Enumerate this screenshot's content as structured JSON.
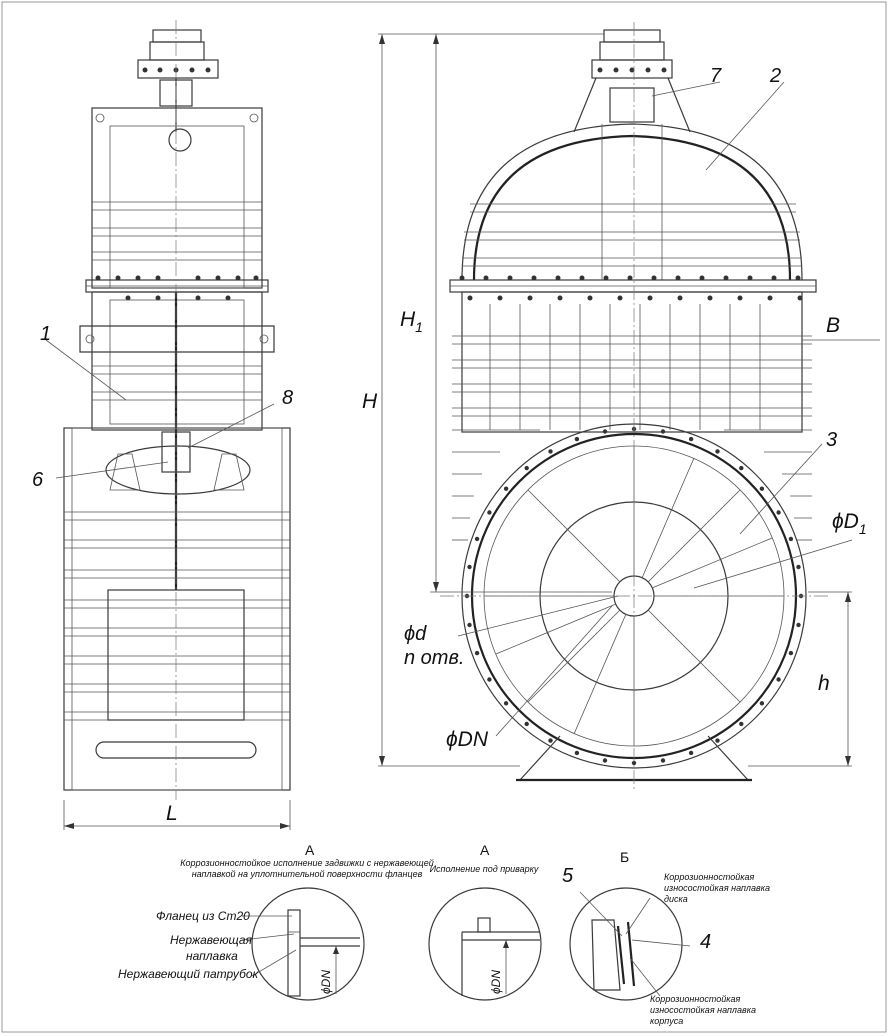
{
  "labels": {
    "L": "L",
    "H": "H",
    "H1_main": "H",
    "H1_sub": "1",
    "B": "B",
    "h": "h",
    "D1_main": "ϕD",
    "D1_sub": "1",
    "d": "ϕd",
    "n_holes": "n отв.",
    "DN": "ϕDN"
  },
  "callouts": {
    "p1": "1",
    "p2": "2",
    "p3": "3",
    "p4": "4",
    "p5": "5",
    "p6": "6",
    "p7": "7",
    "p8": "8"
  },
  "details": {
    "a1": {
      "title": "А",
      "caption_line1": "Коррозионностойкое исполнение задвижки с нержавеющей",
      "caption_line2": "наплавкой на уплотнительной поверхности фланцев",
      "flange": "Фланец из Ст20",
      "surfacing_1": "Нержавеющая",
      "surfacing_2": "наплавка",
      "pipe": "Нержавеющий патрубок",
      "dn": "ϕDN"
    },
    "a2": {
      "title": "А",
      "caption": "Исполнение под приварку",
      "dn": "ϕDN"
    },
    "b": {
      "title": "Б",
      "disc_1": "Коррозионностойкая",
      "disc_2": "износостойкая наплавка",
      "disc_3": "диска",
      "body_1": "Коррозионностойкая",
      "body_2": "износостойкая наплавка",
      "body_3": "корпуса"
    }
  }
}
